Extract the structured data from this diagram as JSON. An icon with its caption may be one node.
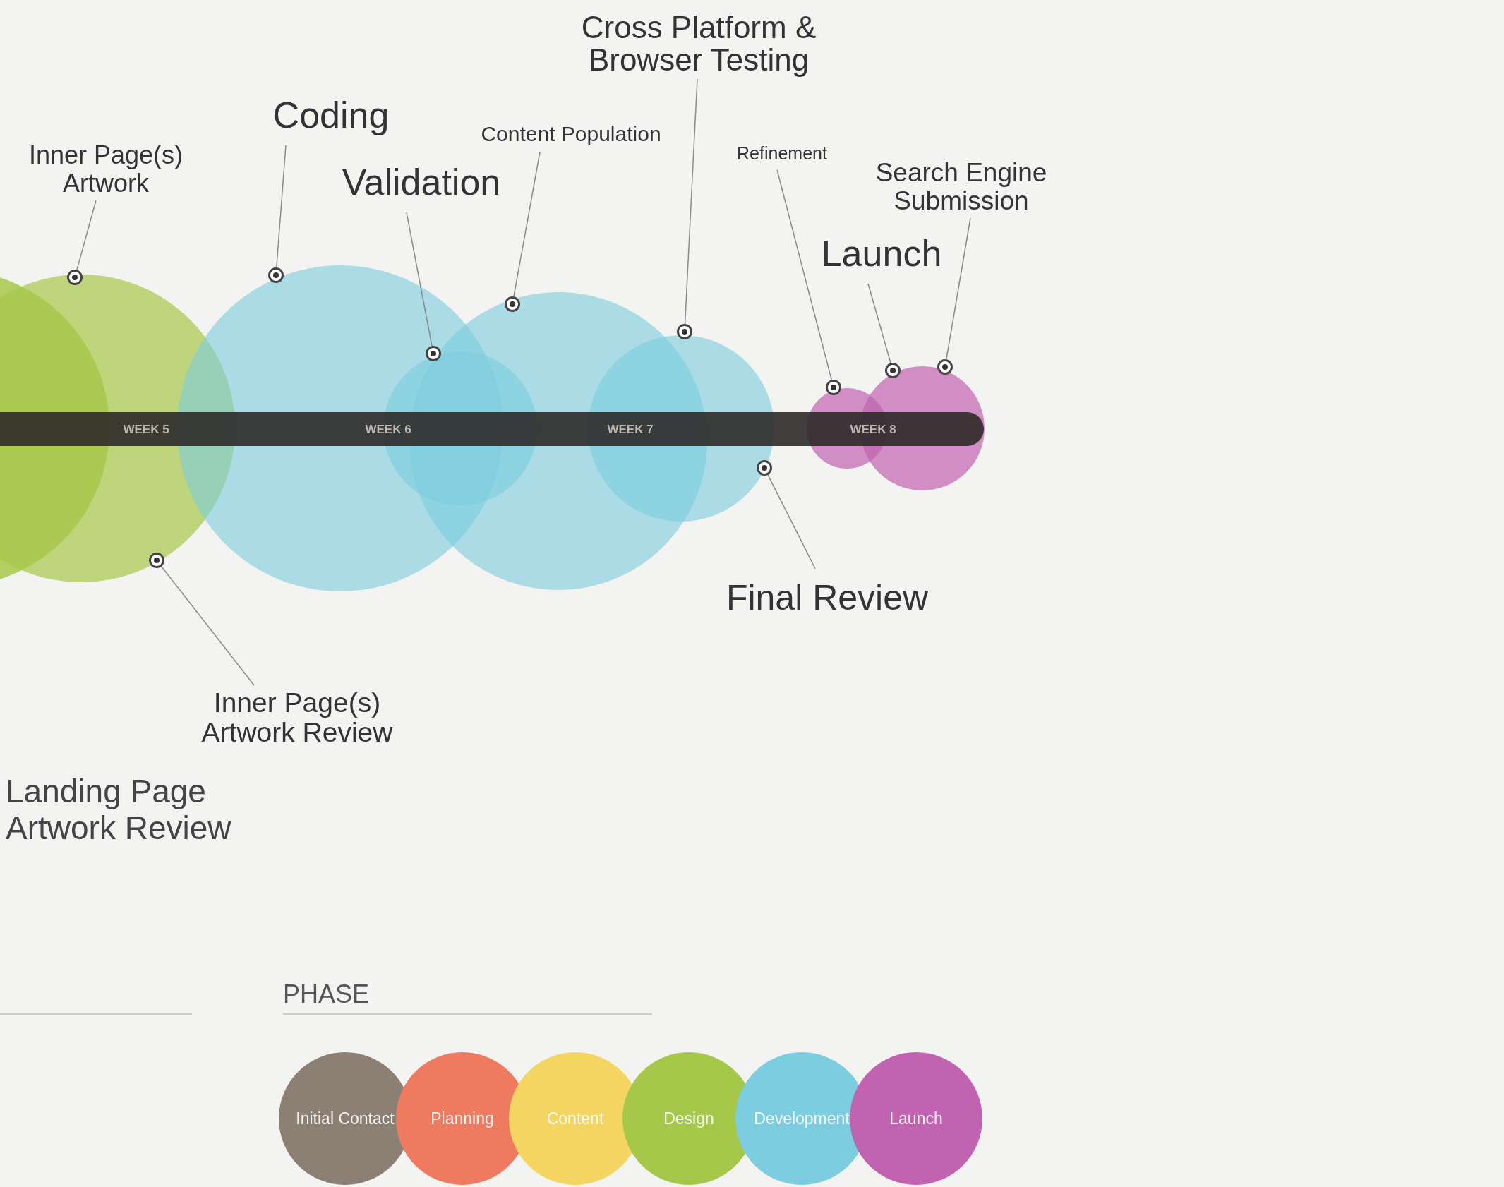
{
  "diagram": {
    "nodes": [
      {
        "text": [
          "Cross Platform & Browser Testing"
        ]
      },
      {
        "text": [
          "Coding"
        ]
      },
      {
        "text": [
          "Content Population"
        ]
      },
      {
        "text": [
          "Refinement"
        ]
      },
      {
        "text": [
          "Inner Page(s) Artwork"
        ]
      },
      {
        "text": [
          "Validation"
        ]
      },
      {
        "text": [
          "Search Engine Submission"
        ]
      },
      {
        "text": [
          "Launch"
        ]
      },
      {
        "text": [
          "Final Review"
        ]
      },
      {
        "text": [
          "Inner Page(s) Artwork Review"
        ]
      },
      {
        "text": [],
        "shape": "circle"
      },
      {
        "text": [],
        "shape": "circle"
      },
      {
        "text": [],
        "shape": "circle"
      },
      {
        "text": [],
        "shape": "circle"
      },
      {
        "text": [],
        "shape": "circle"
      },
      {
        "text": [],
        "shape": "circle"
      },
      {
        "text": [],
        "shape": "circle"
      },
      {
        "text": [],
        "shape": "circle"
      },
      {
        "text": [],
        "shape": "circle"
      },
      {
        "text": [],
        "shape": "circle"
      }
    ],
    "edges": [
      {
        "from": 0,
        "to": 15,
        "arrow": "none"
      },
      {
        "from": 1,
        "to": 12,
        "arrow": "none"
      },
      {
        "from": 2,
        "to": 14,
        "arrow": "none"
      },
      {
        "from": 3,
        "to": 17,
        "arrow": "none"
      },
      {
        "from": 4,
        "to": 10,
        "arrow": "none"
      },
      {
        "from": 5,
        "to": 13,
        "arrow": "none"
      },
      {
        "from": 6,
        "to": 19,
        "arrow": "none"
      },
      {
        "from": 7,
        "to": 18,
        "arrow": "none"
      },
      {
        "from": 8,
        "to": 16,
        "arrow": "none"
      },
      {
        "from": 9,
        "to": 11,
        "arrow": "none"
      }
    ],
    "labels": [
      "WEEK 5",
      "WEEK 6",
      "WEEK 7",
      "WEEK 8",
      "Landing Page Artwork Review",
      "PHASE"
    ],
    "legend": [
      {
        "text": "Initial Contact",
        "color": "#8c7f74"
      },
      {
        "text": "Planning",
        "color": "#ee7a5f"
      },
      {
        "text": "Content",
        "color": "#f5d562"
      },
      {
        "text": "Design",
        "color": "#a6c84a"
      },
      {
        "text": "Development",
        "color": "#7ccde0"
      },
      {
        "text": "Launch",
        "color": "#c163b1"
      }
    ]
  }
}
